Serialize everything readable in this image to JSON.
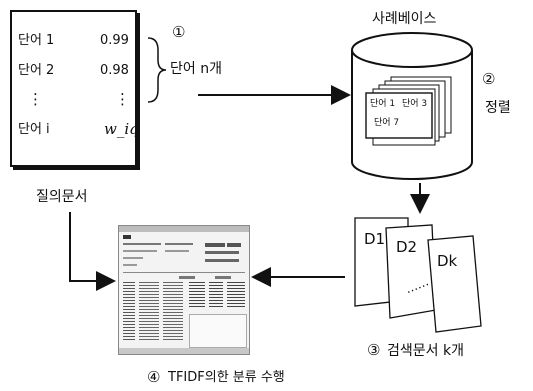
{
  "query_doc": {
    "rows": [
      {
        "word": "단어 1",
        "weight": "0.99"
      },
      {
        "word": "단어 2",
        "weight": "0.98"
      },
      {
        "word": "⋮",
        "weight": "⋮"
      },
      {
        "word": "단어 i",
        "weight": "w_iq"
      }
    ],
    "brace_label_circle": "①",
    "brace_label": "단어 n개",
    "caption": "질의문서"
  },
  "case_base": {
    "title": "사례베이스",
    "cards": [
      "단어 1",
      "단어 3",
      "단어 7"
    ],
    "step_circle": "②",
    "step_label": "정렬"
  },
  "retrieved": {
    "docs": [
      "D1",
      "D2",
      "Dk"
    ],
    "dots": "⋯⋯",
    "step_circle": "③",
    "step_label": "검색문서 k개"
  },
  "classify": {
    "step_circle": "④",
    "step_label": "TFIDF의한 분류 수행"
  }
}
